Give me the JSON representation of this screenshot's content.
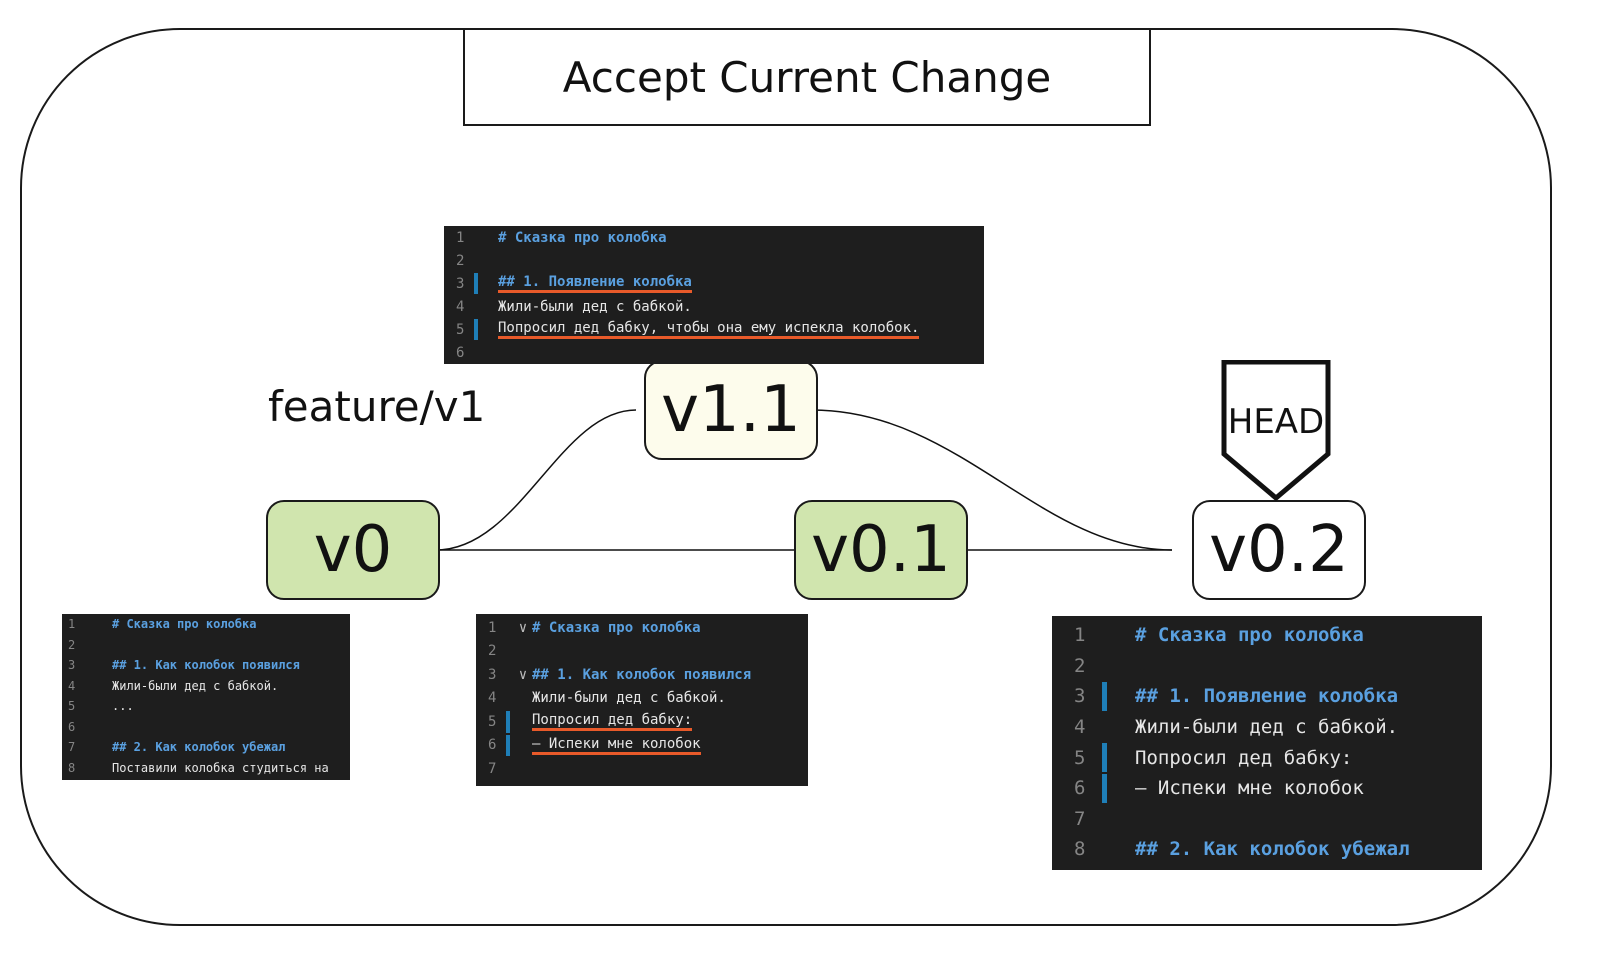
{
  "title": "Accept Current Change",
  "branch_label": "feature/v1",
  "head_label": "HEAD",
  "colors": {
    "commit_green": "#d0e5ae",
    "commit_cream": "#fdfcec",
    "header_blue": "#5aa0e0",
    "underline_red": "#e85a2a",
    "change_bar": "#1f7fb8"
  },
  "commits": {
    "v0": "v0",
    "v01": "v0.1",
    "v11": "v1.1",
    "v02": "v0.2"
  },
  "snippet_v11": {
    "lines": [
      {
        "n": "1",
        "text": "# Сказка про колобка",
        "header": true
      },
      {
        "n": "2",
        "text": ""
      },
      {
        "n": "3",
        "text": "## 1. Появление колобка",
        "header": true,
        "changed": true,
        "underline": true
      },
      {
        "n": "4",
        "text": "Жили-были дед с бабкой."
      },
      {
        "n": "5",
        "text": "Попросил дед бабку, чтобы она ему испекла колобок.",
        "changed": true,
        "underline": true
      },
      {
        "n": "6",
        "text": ""
      }
    ]
  },
  "snippet_v0": {
    "lines": [
      {
        "n": "1",
        "text": "# Сказка про колобка",
        "header": true
      },
      {
        "n": "2",
        "text": ""
      },
      {
        "n": "3",
        "text": "## 1. Как колобок появился",
        "header": true
      },
      {
        "n": "4",
        "text": "Жили-были дед с бабкой."
      },
      {
        "n": "5",
        "text": "..."
      },
      {
        "n": "6",
        "text": ""
      },
      {
        "n": "7",
        "text": "## 2. Как колобок убежал",
        "header": true
      },
      {
        "n": "8",
        "text": "Поставили колобка студиться на"
      }
    ]
  },
  "snippet_v01": {
    "lines": [
      {
        "n": "1",
        "text": "# Сказка про колобка",
        "header": true,
        "fold": "∨"
      },
      {
        "n": "2",
        "text": ""
      },
      {
        "n": "3",
        "text": "## 1. Как колобок появился",
        "header": true,
        "fold": "∨"
      },
      {
        "n": "4",
        "text": "Жили-были дед с бабкой."
      },
      {
        "n": "5",
        "text": "Попросил дед бабку:",
        "changed": true,
        "underline": true
      },
      {
        "n": "6",
        "text": "— Испеки мне колобок",
        "changed": true,
        "underline": true
      },
      {
        "n": "7",
        "text": ""
      }
    ]
  },
  "snippet_v02": {
    "lines": [
      {
        "n": "1",
        "text": "# Сказка про колобка",
        "header": true
      },
      {
        "n": "2",
        "text": ""
      },
      {
        "n": "3",
        "text": "## 1. Появление колобка",
        "header": true,
        "changed": true
      },
      {
        "n": "4",
        "text": "Жили-были дед с бабкой."
      },
      {
        "n": "5",
        "text": "Попросил дед бабку:",
        "changed": true
      },
      {
        "n": "6",
        "text": "— Испеки мне колобок",
        "changed": true
      },
      {
        "n": "7",
        "text": ""
      },
      {
        "n": "8",
        "text": "## 2. Как колобок убежал",
        "header": true
      }
    ]
  }
}
